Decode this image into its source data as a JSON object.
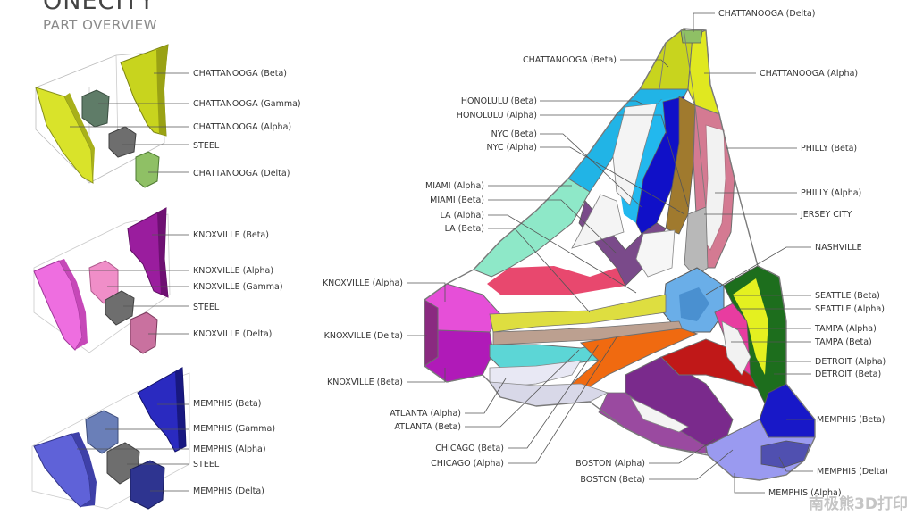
{
  "title": "ONECITY",
  "subtitle": "PART OVERVIEW",
  "watermark": "南极熊3D打印",
  "groups": [
    {
      "parts": [
        "CHATTANOOGA (Beta)",
        "CHATTANOOGA (Gamma)",
        "CHATTANOOGA (Alpha)",
        "STEEL",
        "CHATTANOOGA (Delta)"
      ]
    },
    {
      "parts": [
        "KNOXVILLE (Beta)",
        "KNOXVILLE (Alpha)",
        "KNOXVILLE (Gamma)",
        "STEEL",
        "KNOXVILLE (Delta)"
      ]
    },
    {
      "parts": [
        "MEMPHIS (Beta)",
        "MEMPHIS (Gamma)",
        "MEMPHIS (Alpha)",
        "STEEL",
        "MEMPHIS (Delta)"
      ]
    }
  ],
  "assembly_labels": {
    "left": [
      "CHATTANOOGA (Beta)",
      "HONOLULU (Beta)",
      "HONOLULU (Alpha)",
      "NYC (Beta)",
      "NYC (Alpha)",
      "MIAMI (Alpha)",
      "MIAMI (Beta)",
      "LA (Alpha)",
      "LA (Beta)",
      "KNOXVILLE (Alpha)",
      "KNOXVILLE (Delta)",
      "KNOXVILLE (Beta)",
      "ATLANTA (Alpha)",
      "ATLANTA (Beta)",
      "CHICAGO (Beta)",
      "CHICAGO (Alpha)",
      "BOSTON (Alpha)",
      "BOSTON (Beta)"
    ],
    "right": [
      "CHATTANOOGA (Delta)",
      "CHATTANOOGA (Alpha)",
      "PHILLY (Beta)",
      "PHILLY (Alpha)",
      "JERSEY CITY",
      "NASHVILLE",
      "SEATTLE (Beta)",
      "SEATTLE (Alpha)",
      "TAMPA (Alpha)",
      "TAMPA (Beta)",
      "DETROIT (Alpha)",
      "DETROIT (Beta)",
      "MEMPHIS (Beta)",
      "MEMPHIS (Delta)",
      "MEMPHIS (Alpha)"
    ]
  },
  "colors": {
    "chattanooga": "#c8d41e",
    "chattanooga_gamma": "#5f7c68",
    "chattanooga_delta": "#8fc065",
    "knoxville": "#e64fd8",
    "knoxville_beta": "#9a1d9e",
    "knoxville_gamma": "#f08ec8",
    "knoxville_delta": "#c9719f",
    "memphis": "#3c3ec8",
    "memphis_alpha": "#5f62d8",
    "memphis_gamma": "#6a7fb8",
    "memphis_delta": "#2e3490",
    "steel": "#6e6e6e",
    "honolulu": "#21b4e6",
    "nyc": "#a07a2e",
    "miami": "#8ee8c8",
    "la": "#e8486e",
    "philly": "#d47a92",
    "jersey_city": "#b8b8b8",
    "nashville": "#6aaee8",
    "seattle": "#1d6e1d",
    "tampa": "#e83ca0",
    "detroit": "#c01818",
    "atlanta": "#5cd6d6",
    "chicago": "#f06a10",
    "boston": "#7a2a8c"
  }
}
